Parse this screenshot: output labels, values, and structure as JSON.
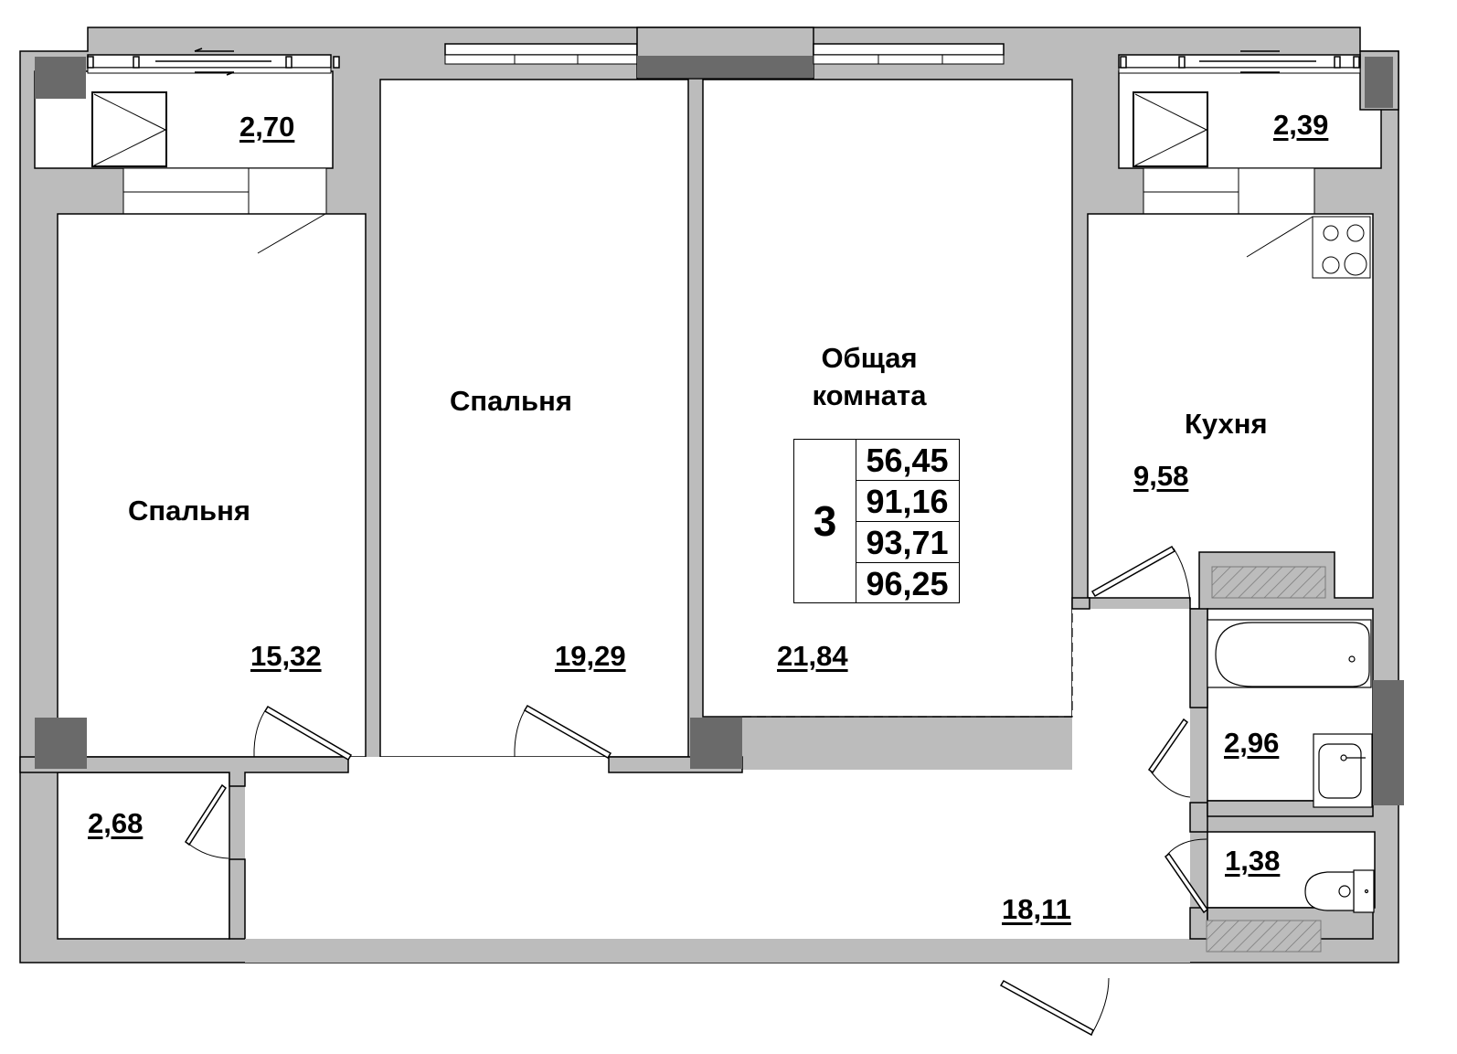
{
  "plan": {
    "type": "apartment-floor-plan",
    "rooms_count": "3",
    "summary_areas": [
      "56,45",
      "91,16",
      "93,71",
      "96,25"
    ],
    "colors": {
      "wall": "#bcbcbc",
      "column": "#6a6a6a",
      "outline": "#000000",
      "floor": "#ffffff",
      "shaft_hatch": "#7a7a7a"
    }
  },
  "rooms": {
    "bedroom_left": {
      "name": "Спальня",
      "area": "15,32"
    },
    "bedroom_middle": {
      "name": "Спальня",
      "area": "19,29"
    },
    "living_room": {
      "name": "Общая\nкомната",
      "name_line1": "Общая",
      "name_line2": "комната",
      "area": "21,84"
    },
    "kitchen": {
      "name": "Кухня",
      "area": "9,58"
    },
    "balcony_left": {
      "area": "2,70"
    },
    "balcony_right": {
      "area": "2,39"
    },
    "storage": {
      "area": "2,68"
    },
    "hallway": {
      "area": "18,11"
    },
    "bathroom": {
      "area": "2,96"
    },
    "toilet": {
      "area": "1,38"
    }
  }
}
